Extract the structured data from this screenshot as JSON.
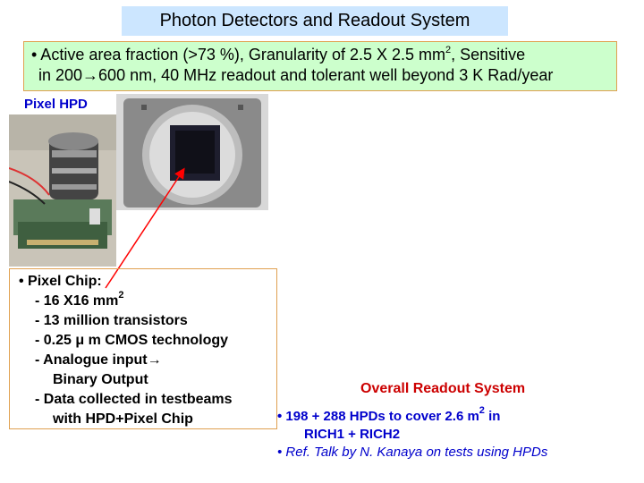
{
  "title": "Photon Detectors and Readout System",
  "intro": {
    "line1_pre": "• Active area fraction (>73 %), Granularity of 2.5 X 2.5 mm",
    "line1_sup": "2",
    "line1_post": ", Sensitive",
    "line2_a": "in 200",
    "line2_arrow": "→",
    "line2_b": "600 nm, 40 MHz readout and tolerant well beyond 3 K Rad/year"
  },
  "pixel_hpd_label": "Pixel HPD",
  "chip": {
    "heading": "• Pixel Chip:",
    "item1_pre": "- 16 X16 mm",
    "item1_sup": "2",
    "item2": "- 13 million transistors",
    "item3": "- 0.25 μ m CMOS technology",
    "item4": "- Analogue input→",
    "item4_cont": "Binary Output",
    "item5": "- Data collected in testbeams",
    "item5_cont": "with HPD+Pixel Chip"
  },
  "overall": {
    "title": "Overall Readout System",
    "b1_pre": "•  198 + 288 HPDs to cover  2.6 m",
    "b1_sup": "2",
    "b1_post": " in",
    "b1_cont": "RICH1 + RICH2",
    "b2": "•   Ref. Talk by N. Kanaya on tests using HPDs"
  },
  "colors": {
    "title_bg": "#cce6ff",
    "intro_bg": "#ccffcc",
    "blue_text": "#0000cc",
    "red_text": "#cc0000",
    "arrow": "#ff0000"
  }
}
